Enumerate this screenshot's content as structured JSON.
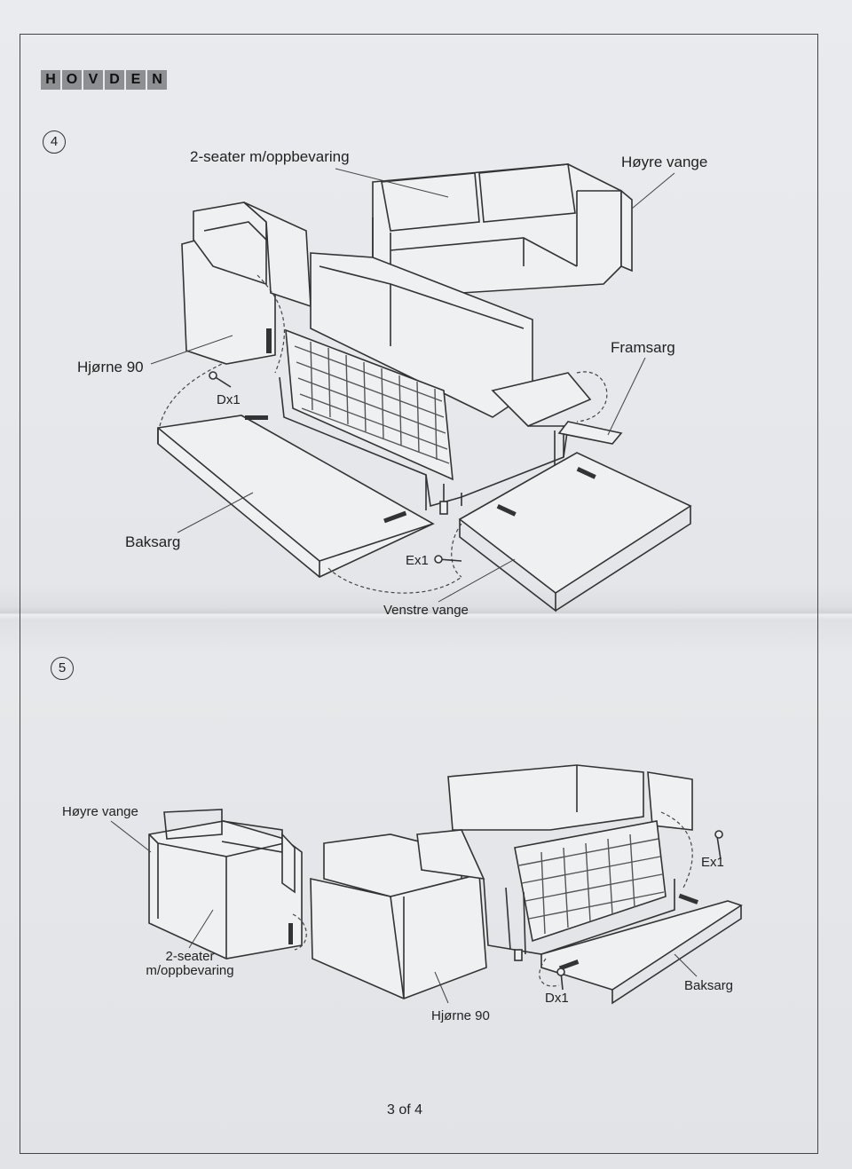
{
  "brand": {
    "letters": [
      "H",
      "O",
      "V",
      "D",
      "E",
      "N"
    ]
  },
  "step4": {
    "number": "4",
    "labels": {
      "seater": "2-seater m/oppbevaring",
      "right_arm": "Høyre vange",
      "corner": "Hjørne 90",
      "front_rail": "Framsarg",
      "dx": "Dx1",
      "back_rail": "Baksarg",
      "ex": "Ex1",
      "left_arm": "Venstre vange"
    }
  },
  "step5": {
    "number": "5",
    "labels": {
      "right_arm": "Høyre vange",
      "ex": "Ex1",
      "seater_line1": "2-seater",
      "seater_line2": "m/oppbevaring",
      "back_rail": "Baksarg",
      "dx": "Dx1",
      "corner": "Hjørne 90"
    }
  },
  "footer": {
    "page": "3 of 4"
  }
}
